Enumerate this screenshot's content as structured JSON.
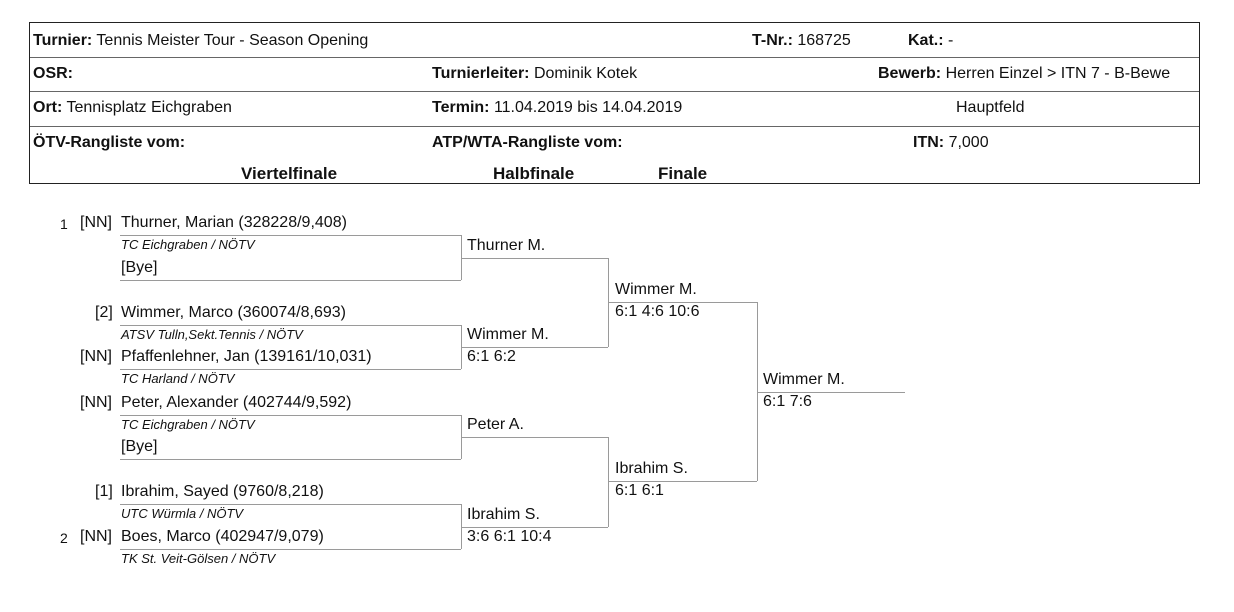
{
  "header": {
    "turnier_label": "Turnier:",
    "turnier": "Tennis Meister Tour - Season Opening",
    "tnr_label": "T-Nr.:",
    "tnr": "168725",
    "kat_label": "Kat.:",
    "kat": "-",
    "osr_label": "OSR:",
    "osr": "",
    "turnierleiter_label": "Turnierleiter:",
    "turnierleiter": "Dominik Kotek",
    "bewerb_label": "Bewerb:",
    "bewerb": "Herren Einzel > ITN 7 - B-Bewe",
    "ort_label": "Ort:",
    "ort": "Tennisplatz Eichgraben",
    "termin_label": "Termin:",
    "termin": "11.04.2019 bis 14.04.2019",
    "feld": "Hauptfeld",
    "oetv_label": "ÖTV-Rangliste vom:",
    "oetv": "",
    "atp_label": "ATP/WTA-Rangliste vom:",
    "atp": "",
    "itn_label": "ITN:",
    "itn": "7,000"
  },
  "rounds": {
    "qf": "Viertelfinale",
    "sf": "Halbfinale",
    "f": "Finale"
  },
  "draw": [
    {
      "num": "1",
      "seed": "[NN]",
      "name": "Thurner, Marian (328228/9,408)",
      "club": "TC Eichgraben / NÖTV"
    },
    {
      "num": "",
      "seed": "",
      "name": "[Bye]",
      "club": ""
    },
    {
      "num": "",
      "seed": "[2]",
      "name": "Wimmer, Marco (360074/8,693)",
      "club": "ATSV Tulln,Sekt.Tennis / NÖTV"
    },
    {
      "num": "",
      "seed": "[NN]",
      "name": "Pfaffenlehner, Jan (139161/10,031)",
      "club": "TC Harland / NÖTV"
    },
    {
      "num": "",
      "seed": "[NN]",
      "name": "Peter, Alexander (402744/9,592)",
      "club": "TC Eichgraben / NÖTV"
    },
    {
      "num": "",
      "seed": "",
      "name": "[Bye]",
      "club": ""
    },
    {
      "num": "",
      "seed": "[1]",
      "name": "Ibrahim, Sayed (9760/8,218)",
      "club": "UTC Würmla / NÖTV"
    },
    {
      "num": "2",
      "seed": "[NN]",
      "name": "Boes, Marco (402947/9,079)",
      "club": "TK St. Veit-Gölsen / NÖTV"
    }
  ],
  "sf_winners": [
    {
      "name": "Thurner M.",
      "score": ""
    },
    {
      "name": "Wimmer M.",
      "score": "6:1 6:2"
    },
    {
      "name": "Peter A.",
      "score": ""
    },
    {
      "name": "Ibrahim S.",
      "score": "3:6 6:1 10:4"
    }
  ],
  "f_winners": [
    {
      "name": "Wimmer M.",
      "score": "6:1 4:6 10:6"
    },
    {
      "name": "Ibrahim S.",
      "score": "6:1 6:1"
    }
  ],
  "champion": {
    "name": "Wimmer M.",
    "score": "6:1 7:6"
  }
}
